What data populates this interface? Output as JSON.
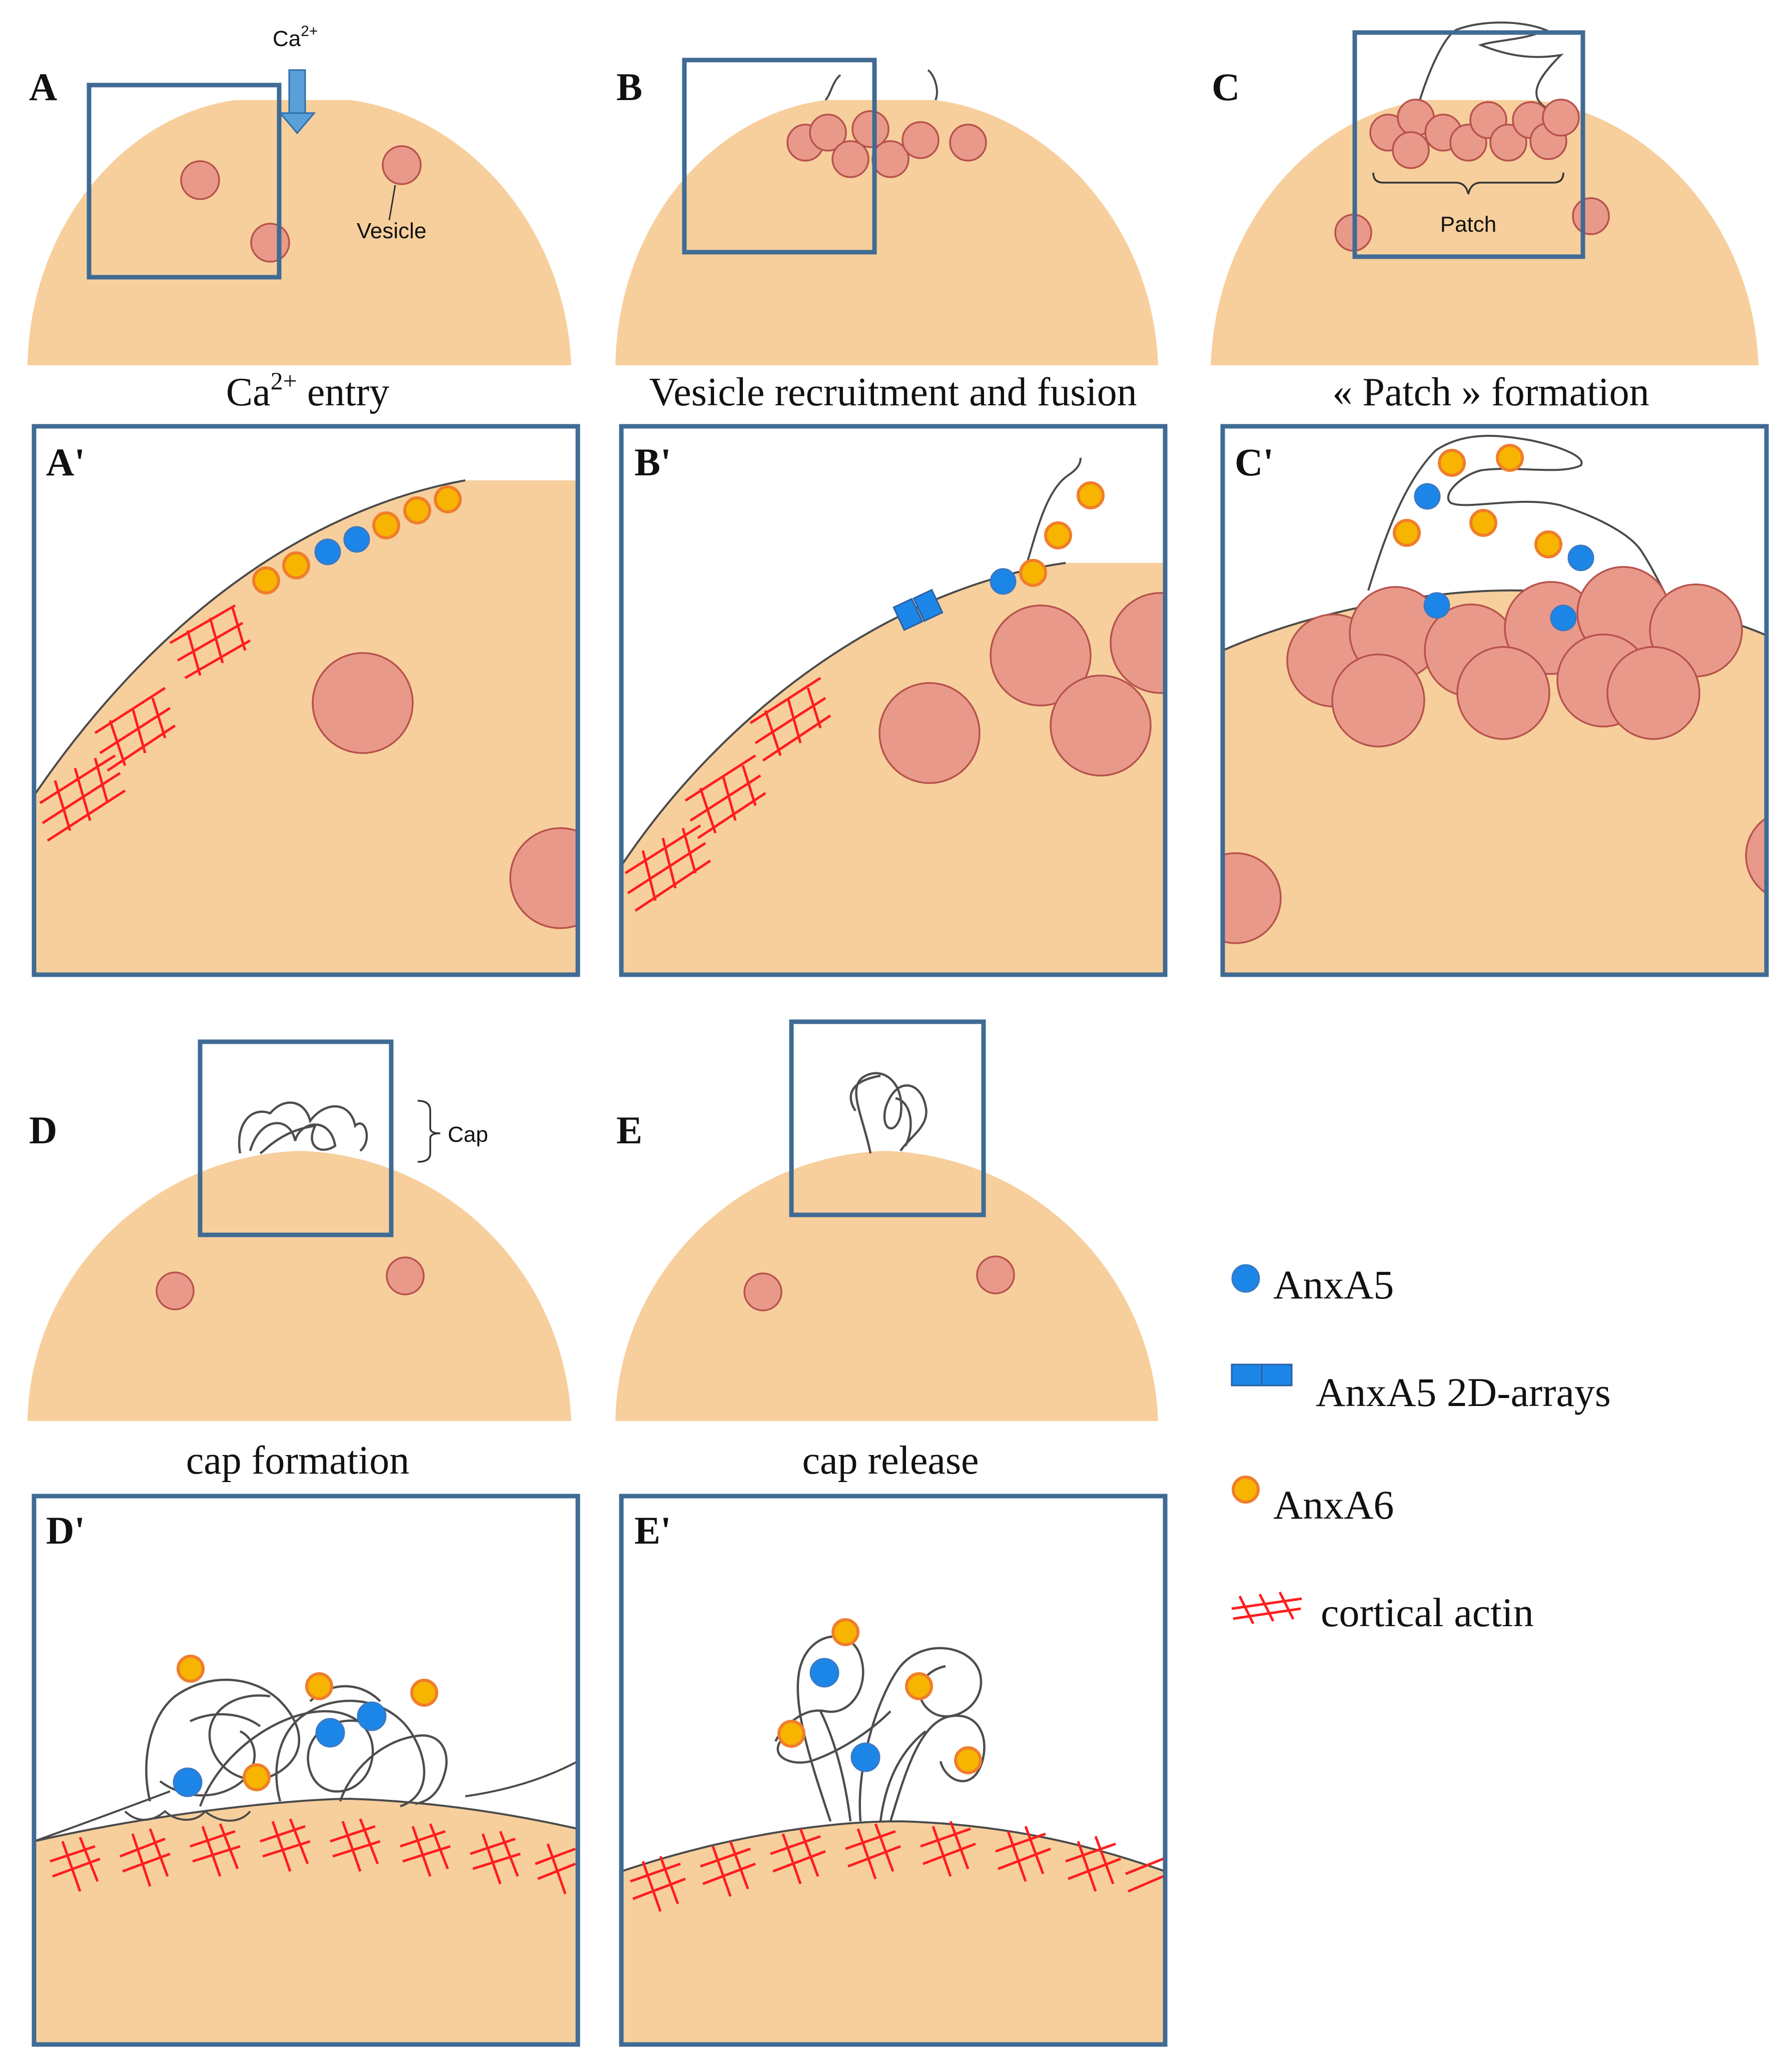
{
  "panels": {
    "A": "A",
    "B": "B",
    "C": "C",
    "D": "D",
    "E": "E",
    "A_zoom": "A'",
    "B_zoom": "B'",
    "C_zoom": "C'",
    "D_zoom": "D'",
    "E_zoom": "E'"
  },
  "captions": {
    "A": {
      "prefix": "Ca",
      "sup": "2+",
      "suffix": " entry"
    },
    "B": "Vesicle recruitment and fusion",
    "C": "« Patch » formation",
    "D": "cap formation",
    "E": "cap release"
  },
  "labels": {
    "ca_ion": {
      "base": "Ca",
      "sup": "2+"
    },
    "vesicle": "Vesicle",
    "patch": "Patch",
    "cap": "Cap"
  },
  "legend": {
    "anxa5": "AnxA5",
    "anxa5_arrays": "AnxA5 2D-arrays",
    "anxa6": "AnxA6",
    "actin": "cortical actin"
  },
  "colors": {
    "cell": "#f7cf9d",
    "vesicle": "#e9998a",
    "frame": "#3f6b94",
    "anxa5": "#1c86e8",
    "anxa6": "#f7b400",
    "actin": "#ff1d1d"
  }
}
